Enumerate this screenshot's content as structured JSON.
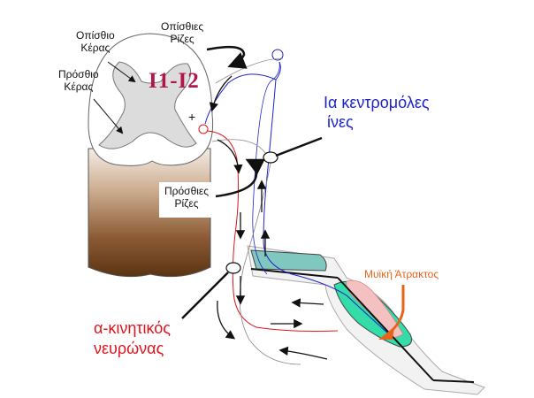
{
  "labels": {
    "posterior_horn": [
      "Οπίσθιο",
      "Κέρας"
    ],
    "anterior_horn": [
      "Πρόσθιο",
      "Κέρας"
    ],
    "posterior_roots": [
      "Οπίσθιες",
      "Ρίζες"
    ],
    "anterior_roots": [
      "Πρόσθιες",
      "Ρίζες"
    ],
    "segment": "I1-I2",
    "afferent_fibers": [
      "Ια κεντρομόλες",
      "ίνες"
    ],
    "motor_neuron": [
      "α-κινητικός",
      "νευρώνας"
    ],
    "muscle_spindle": "Μυϊκή Άτρακτος",
    "plus_sign": "+"
  },
  "colors": {
    "afferent": "#1c23c8",
    "efferent": "#e0141d",
    "spindle": "#e8631a",
    "segment": "#b3154a",
    "grey_matter": "#dcdcdc",
    "muscle_fill": "#7fc7bf",
    "spindle_fill": "#33dca8",
    "root_gradient_top": "#ffffff",
    "root_gradient_bottom": "#5a3412"
  },
  "icons": {
    "spindle_pointer": "orange-arrow-icon",
    "ganglion": "ganglion-icon"
  }
}
